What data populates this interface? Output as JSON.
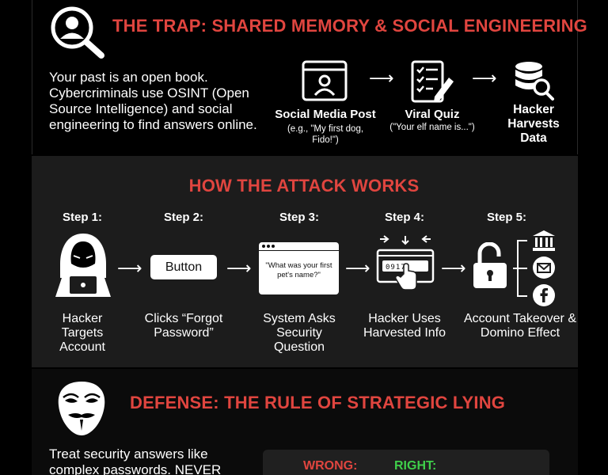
{
  "trap": {
    "title": "THE TRAP: SHARED MEMORY & SOCIAL ENGINEERING",
    "body": "Your past is an open book. Cybercriminals use OSINT (Open Source Intelligence) and social engineering to find answers online.",
    "flow": [
      {
        "label": "Social Media Post",
        "sub": "(e.g., \"My first dog, Fido!\")",
        "icon": "social-post-icon"
      },
      {
        "label": "Viral Quiz",
        "sub": "(\"Your elf name is...\")",
        "icon": "quiz-checklist-icon"
      },
      {
        "label": "Hacker Harvests Data",
        "sub": "",
        "icon": "database-search-icon"
      }
    ]
  },
  "attack": {
    "title": "HOW THE ATTACK WORKS",
    "steps": [
      {
        "label": "Step 1:",
        "caption": "Hacker Targets Account",
        "icon": "hooded-hacker-icon"
      },
      {
        "label": "Step 2:",
        "caption": "Clicks “Forgot Password”",
        "icon": "button-icon"
      },
      {
        "label": "Step 3:",
        "caption": "System Asks Security Question",
        "icon": "security-question-window-icon"
      },
      {
        "label": "Step 4:",
        "caption": "Hacker Uses Harvested Info",
        "icon": "password-entry-icon"
      },
      {
        "label": "Step 5:",
        "caption": "Account Takeover & Domino Effect",
        "icon": "unlocked-padlock-icon"
      }
    ],
    "button_label": "Button",
    "question": "\"What was your first pet's name?\"",
    "password_mask": "0917"
  },
  "defense": {
    "title": "DEFENSE: THE RULE OF STRATEGIC LYING",
    "body": "Treat security answers like complex passwords. NEVER",
    "wrong_label": "WRONG:",
    "right_label": "RIGHT:"
  },
  "colors": {
    "accent_red": "#e0453f",
    "accent_green": "#3fcf4a"
  }
}
